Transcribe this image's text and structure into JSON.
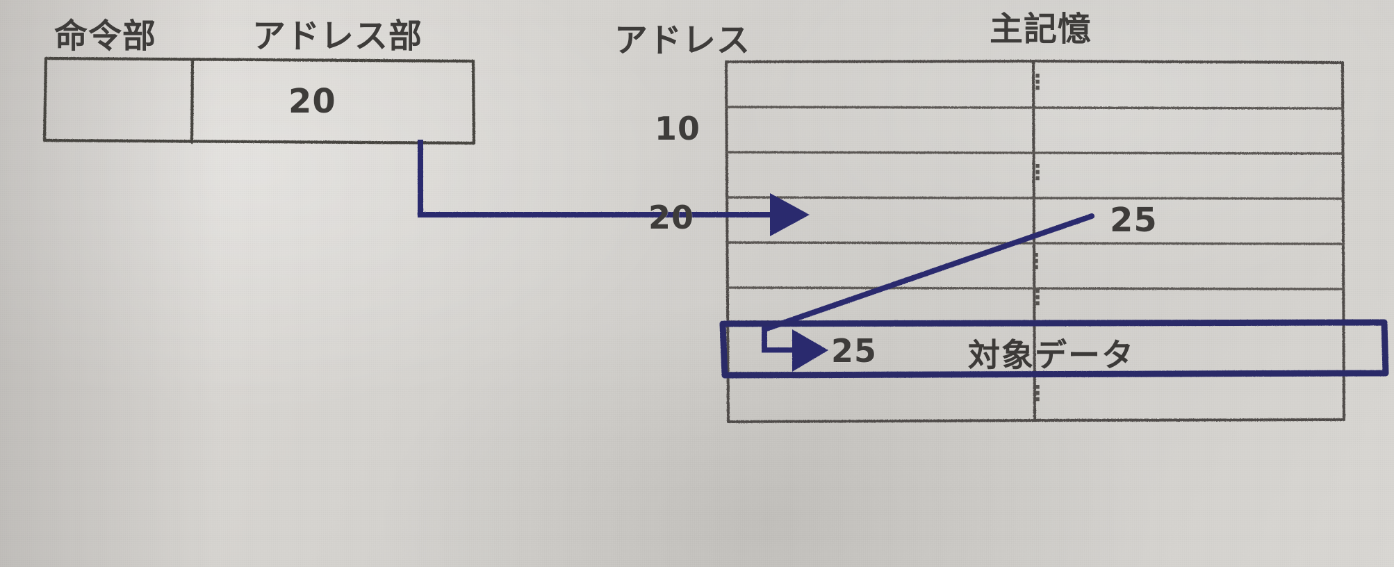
{
  "diagram": {
    "title_hidden": "",
    "theme": {
      "paper": "#d6d4d0",
      "pencil": "#4a4845",
      "pencil_light": "#6c6a66",
      "ink_blue": "#2b2b6e",
      "ink_blue_dark": "#242460"
    },
    "instruction_word": {
      "label_opcode": "命令部",
      "label_address": "アドレス部",
      "opcode_value": "",
      "address_value": "20"
    },
    "memory": {
      "label_address_column": "アドレス",
      "label_title": "主記憶",
      "address_ticks": [
        {
          "value": "10"
        },
        {
          "value": "20"
        },
        {
          "value": "25"
        }
      ],
      "rows": [
        {
          "content": "⋮",
          "kind": "ellipsis"
        },
        {
          "content": "",
          "kind": "empty"
        },
        {
          "content": "⋮",
          "kind": "ellipsis"
        },
        {
          "content": "25",
          "kind": "value"
        },
        {
          "content": "⋮",
          "kind": "ellipsis"
        },
        {
          "content": "⋮",
          "kind": "ellipsis"
        },
        {
          "content": "対象データ",
          "kind": "highlighted"
        },
        {
          "content": "⋮",
          "kind": "ellipsis"
        }
      ],
      "highlighted_row_text": "対象データ"
    },
    "annotations": {
      "arrow_to_20": "address-pointer-arrow",
      "arrow_to_25": "indirect-pointer-arrow",
      "link_from_value_25": "value-to-address-link"
    }
  }
}
